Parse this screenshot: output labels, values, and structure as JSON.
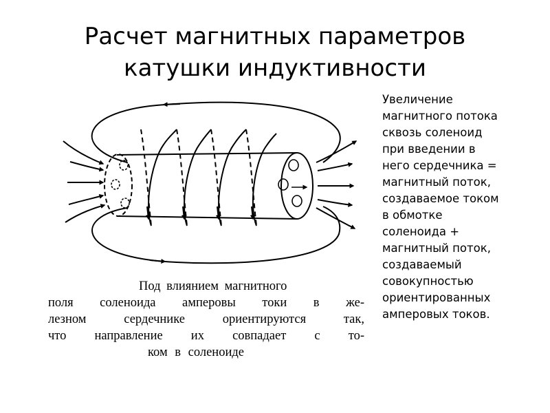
{
  "title": {
    "line1": "Расчет магнитных параметров",
    "line2": "катушки индуктивности"
  },
  "description": [
    "Увеличение",
    "магнитного потока",
    "сквозь соленоид",
    "при введении в",
    "него сердечника =",
    "магнитный поток,",
    "создаваемое током",
    "в обмотке",
    "соленоида +",
    "магнитный поток,",
    "создаваемый",
    "совокупностью",
    "ориентированных",
    "амперовых токов."
  ],
  "caption": {
    "line1": "Под влиянием магнитного",
    "line2": "поля соленоида амперовы токи в же-",
    "line3": "лезном сердечнике ориентируются так,",
    "line4": "что направление их совпадает с то-",
    "line5": "ком в соленоиде"
  },
  "colors": {
    "ink": "#000000",
    "background": "#ffffff"
  }
}
